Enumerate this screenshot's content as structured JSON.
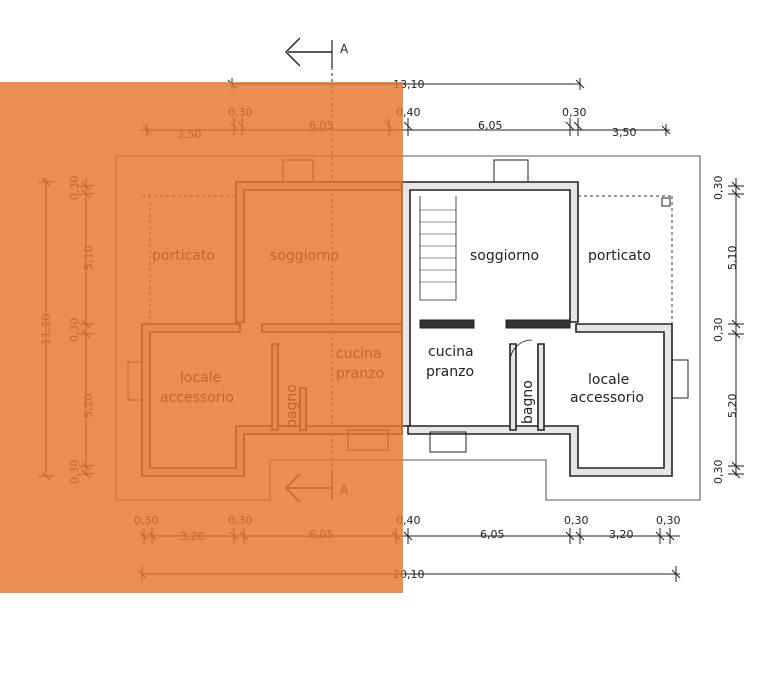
{
  "overlay": {
    "color": "#e5752e",
    "opacity": 0.82
  },
  "section_marker": {
    "top_label": "A",
    "bottom_label": "A"
  },
  "dimensions": {
    "top_total": "13,10",
    "bottom_total": "20,10",
    "top_row": [
      "0,30",
      "3,50",
      "6,05",
      "0,40",
      "6,05",
      "0,30",
      "3,50"
    ],
    "bottom_row": [
      "0,30",
      "3,20",
      "0,30",
      "6,05",
      "0,40",
      "6,05",
      "0,30",
      "3,20",
      "0,30"
    ],
    "left_total": "11,20",
    "left_col": [
      "0,30",
      "5,10",
      "0,30",
      "5,20",
      "0,30"
    ],
    "right_col": [
      "0,30",
      "5,10",
      "0,30",
      "5,20",
      "0,30"
    ]
  },
  "rooms": {
    "left": {
      "porticato": "porticato",
      "soggiorno": "soggiorno",
      "cucina": "cucina",
      "pranzo": "pranzo",
      "locale": "locale",
      "accessorio": "accessorio",
      "bagno": "bagno"
    },
    "right": {
      "soggiorno": "soggiorno",
      "porticato": "porticato",
      "cucina": "cucina",
      "pranzo": "pranzo",
      "locale": "locale",
      "accessorio": "accessorio",
      "bagno": "bagno"
    }
  }
}
